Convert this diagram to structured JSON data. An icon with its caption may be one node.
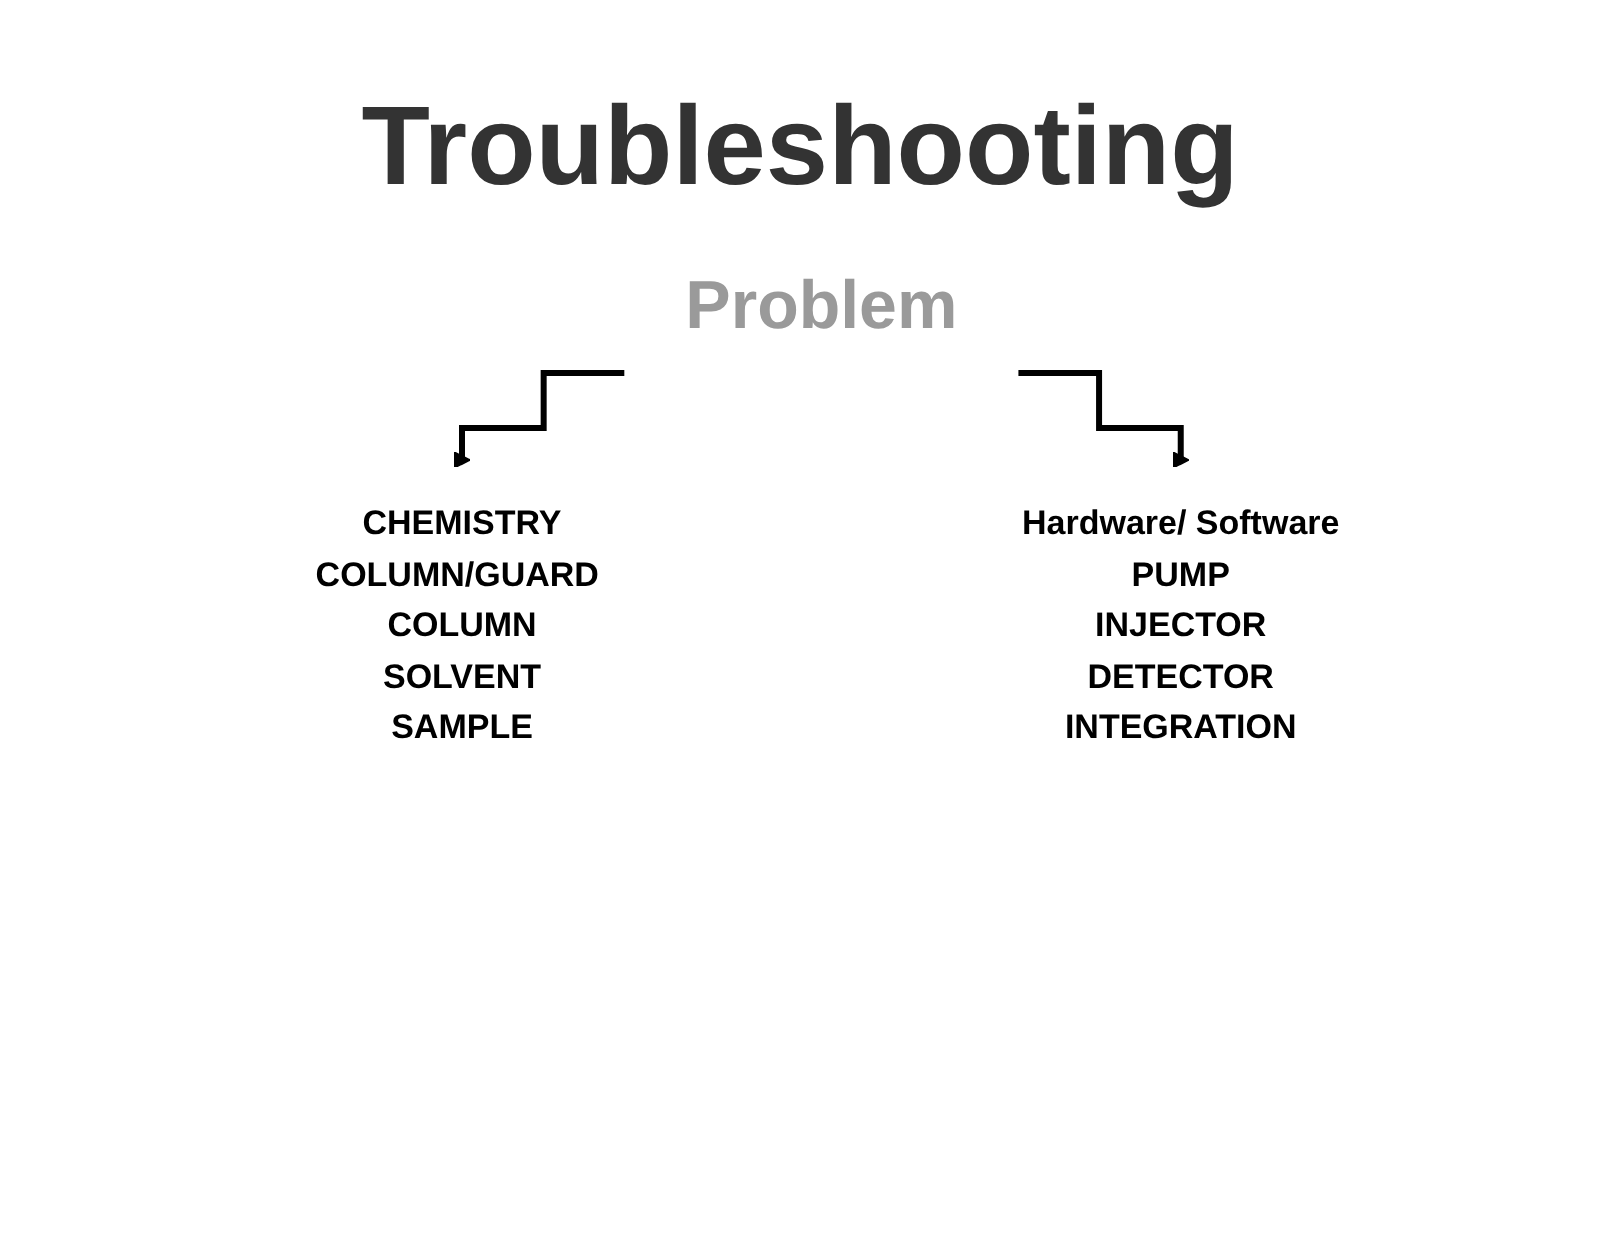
{
  "diagram": {
    "title": "Troubleshooting",
    "nodes": [
      {
        "text": [
          "Problem"
        ]
      },
      {
        "text": [
          "CHEMISTRY",
          "COLUMN/GUARD COLUMN",
          "SOLVENT",
          "SAMPLE"
        ]
      },
      {
        "text": [
          "Hardware/ Software",
          "PUMP",
          "INJECTOR",
          "DETECTOR",
          "INTEGRATION"
        ]
      }
    ],
    "edges": [
      {
        "from": 0,
        "to": 1,
        "arrow": "to"
      },
      {
        "from": 0,
        "to": 2,
        "arrow": "to"
      }
    ]
  }
}
